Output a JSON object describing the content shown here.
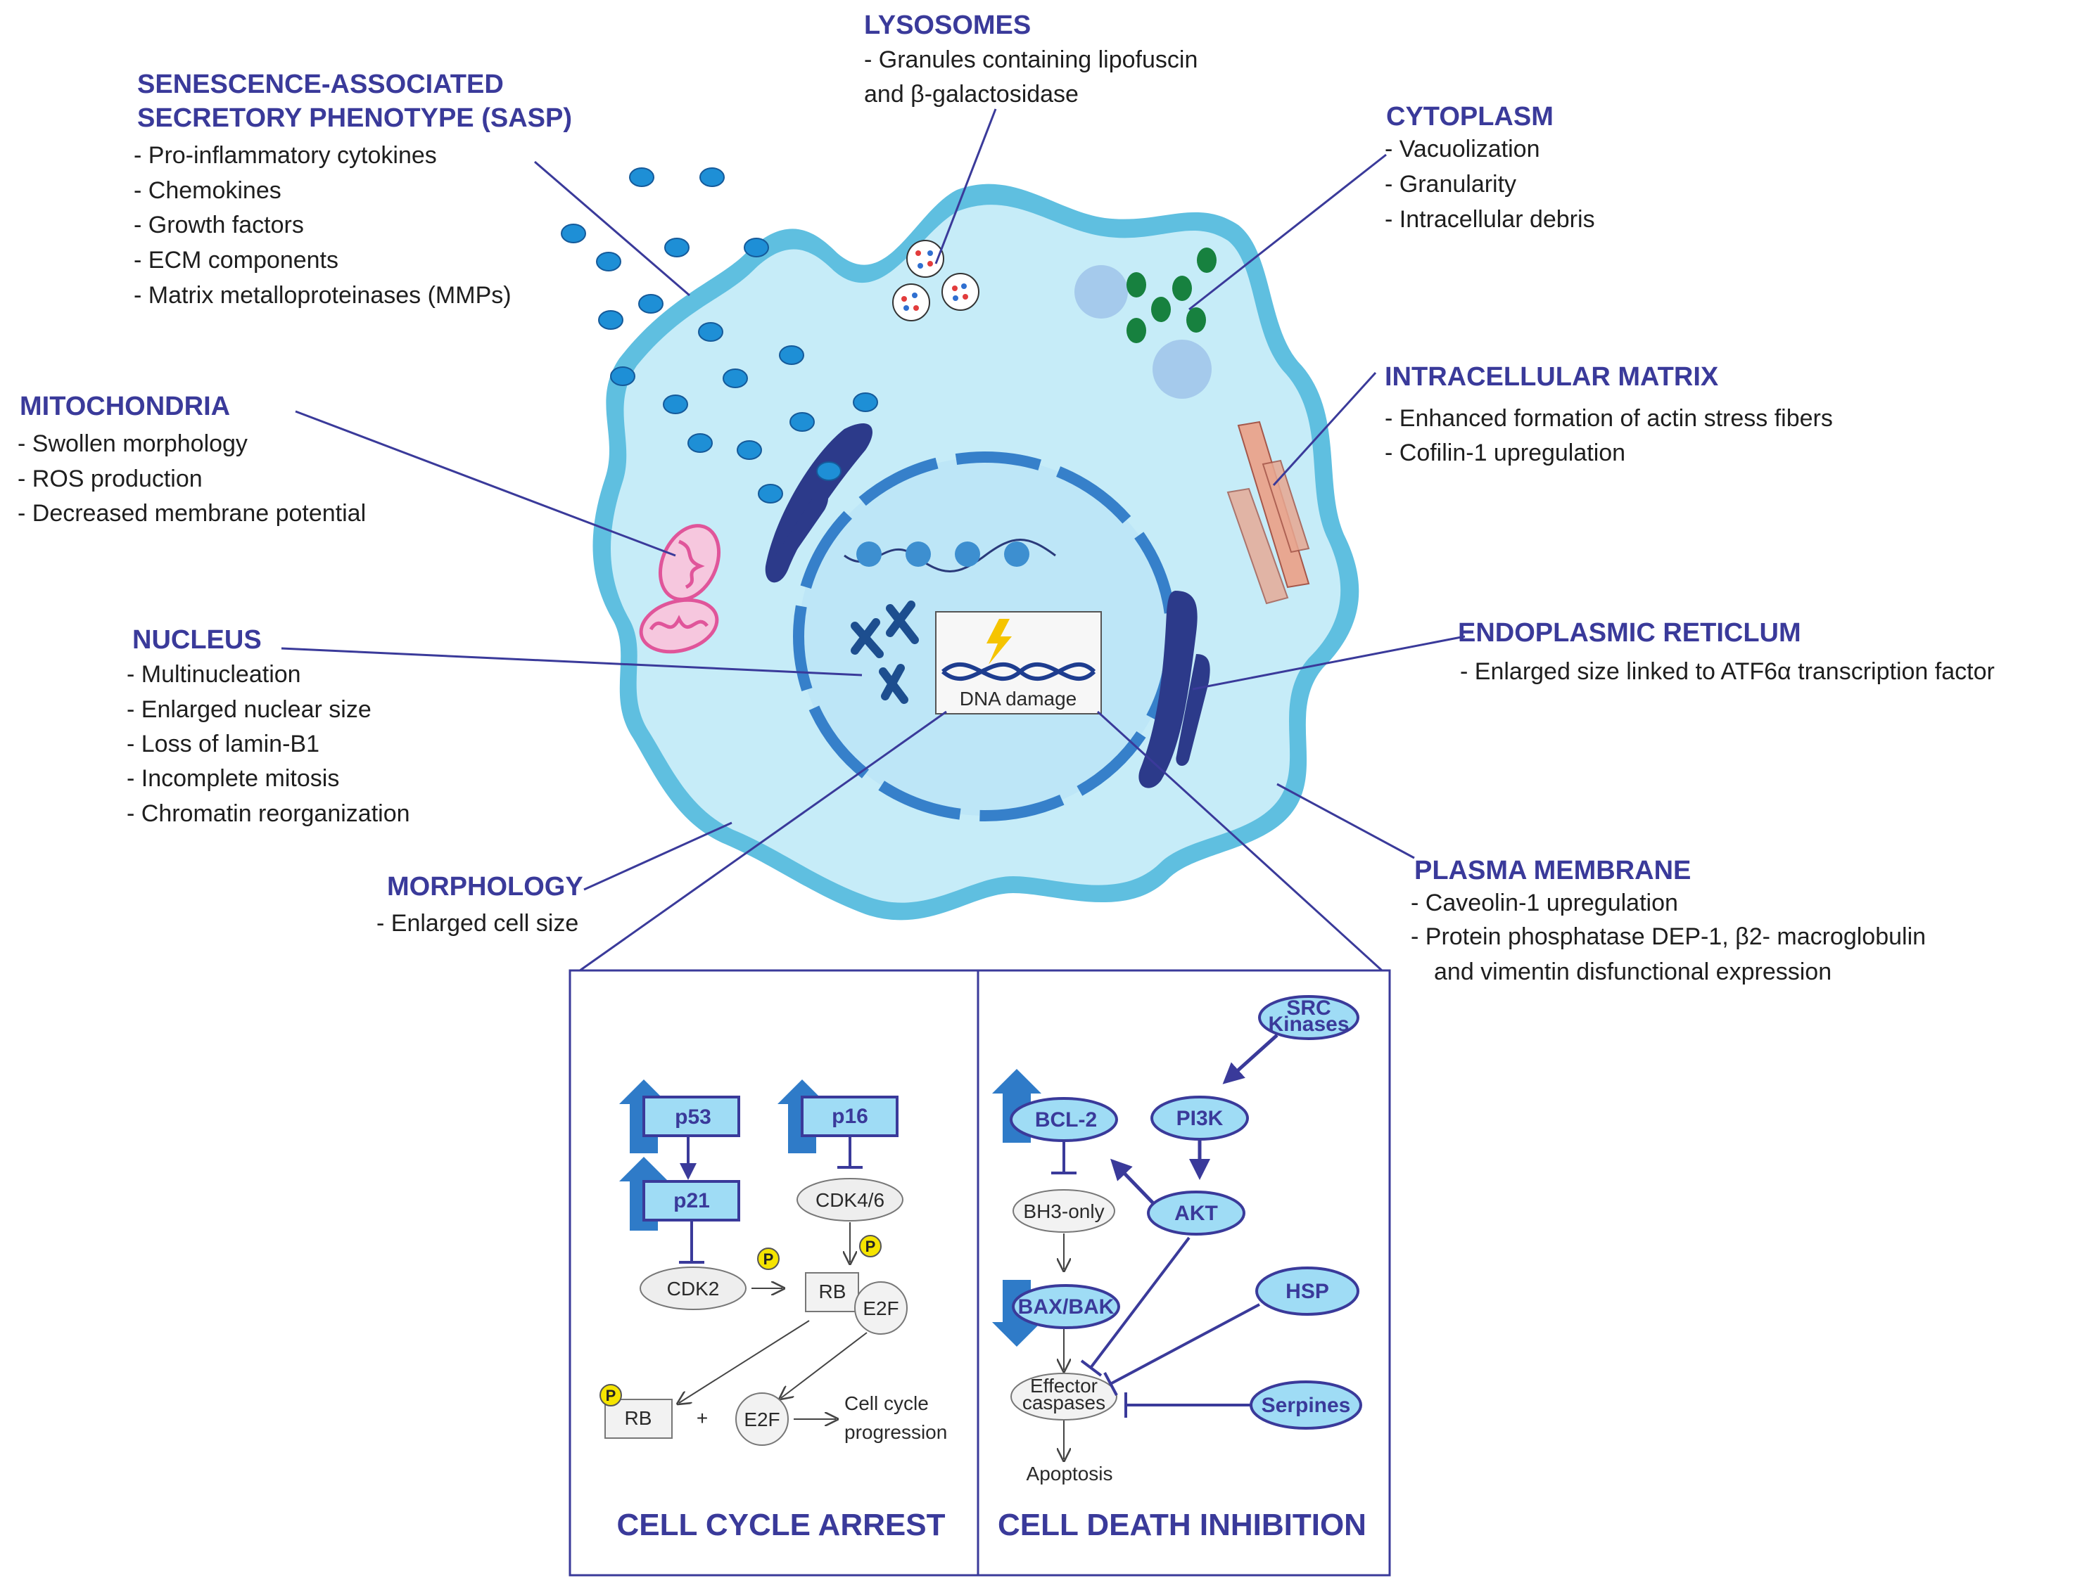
{
  "colors": {
    "heading": "#3a3a9a",
    "cell_fill": "#c6ecf8",
    "cell_border": "#5fbfe0",
    "dots": "#1e8fd6",
    "er": "#2c3a8a",
    "mito": "#e0559a",
    "vacuole_green": "#17813f",
    "box_fill": "#9fdcf5",
    "arrow_blue": "#2f7bc8",
    "phospho": "#f5e400"
  },
  "labels": {
    "lysosomes": {
      "title": "LYSOSOMES",
      "items": [
        "-  Granules containing lipofuscin",
        "and β-galactosidase"
      ]
    },
    "sasp": {
      "title_line1": "SENESCENCE-ASSOCIATED",
      "title_line2": "SECRETORY PHENOTYPE (SASP)",
      "items": [
        "-  Pro-inflammatory cytokines",
        "-  Chemokines",
        "-  Growth factors",
        "-  ECM components",
        "-  Matrix metalloproteinases (MMPs)"
      ]
    },
    "cytoplasm": {
      "title": "CYTOPLASM",
      "items": [
        "-  Vacuolization",
        "-  Granularity",
        "-  Intracellular debris"
      ]
    },
    "intracellular_matrix": {
      "title": "INTRACELLULAR MATRIX",
      "items": [
        "-  Enhanced formation of actin stress fibers",
        "-  Cofilin-1 upregulation"
      ]
    },
    "mitochondria": {
      "title": "MITOCHONDRIA",
      "items": [
        "-  Swollen morphology",
        "-  ROS production",
        "-  Decreased membrane potential"
      ]
    },
    "nucleus": {
      "title": "NUCLEUS",
      "items": [
        "-  Multinucleation",
        "-  Enlarged nuclear size",
        "-  Loss of lamin-B1",
        "-  Incomplete mitosis",
        "-  Chromatin reorganization"
      ]
    },
    "er": {
      "title": "ENDOPLASMIC RETICLUM",
      "items": [
        "-  Enlarged size linked to ATF6α transcription factor"
      ]
    },
    "morphology": {
      "title": "MORPHOLOGY",
      "items": [
        "-  Enlarged cell size"
      ]
    },
    "plasma_membrane": {
      "title": "PLASMA MEMBRANE",
      "items": [
        "-  Caveolin-1 upregulation",
        "-  Protein phosphatase DEP-1, β2- macroglobulin",
        "and vimentin disfunctional expression"
      ]
    },
    "dna_damage": "DNA damage"
  },
  "cell_cycle_arrest": {
    "title": "CELL CYCLE ARREST",
    "p53": "p53",
    "p21": "p21",
    "p16": "p16",
    "cdk46": "CDK4/6",
    "cdk2": "CDK2",
    "rb": "RB",
    "e2f": "E2F",
    "p": "P",
    "plus": "+",
    "outcome_line1": "Cell cycle",
    "outcome_line2": "progression"
  },
  "cell_death_inhibition": {
    "title": "CELL DEATH INHIBITION",
    "src_line1": "SRC",
    "src_line2": "Kinases",
    "pi3k": "PI3K",
    "akt": "AKT",
    "bcl2": "BCL-2",
    "bh3": "BH3-only",
    "baxbak": "BAX/BAK",
    "effector_line1": "Effector",
    "effector_line2": "caspases",
    "hsp": "HSP",
    "serpines": "Serpines",
    "apoptosis": "Apoptosis"
  }
}
